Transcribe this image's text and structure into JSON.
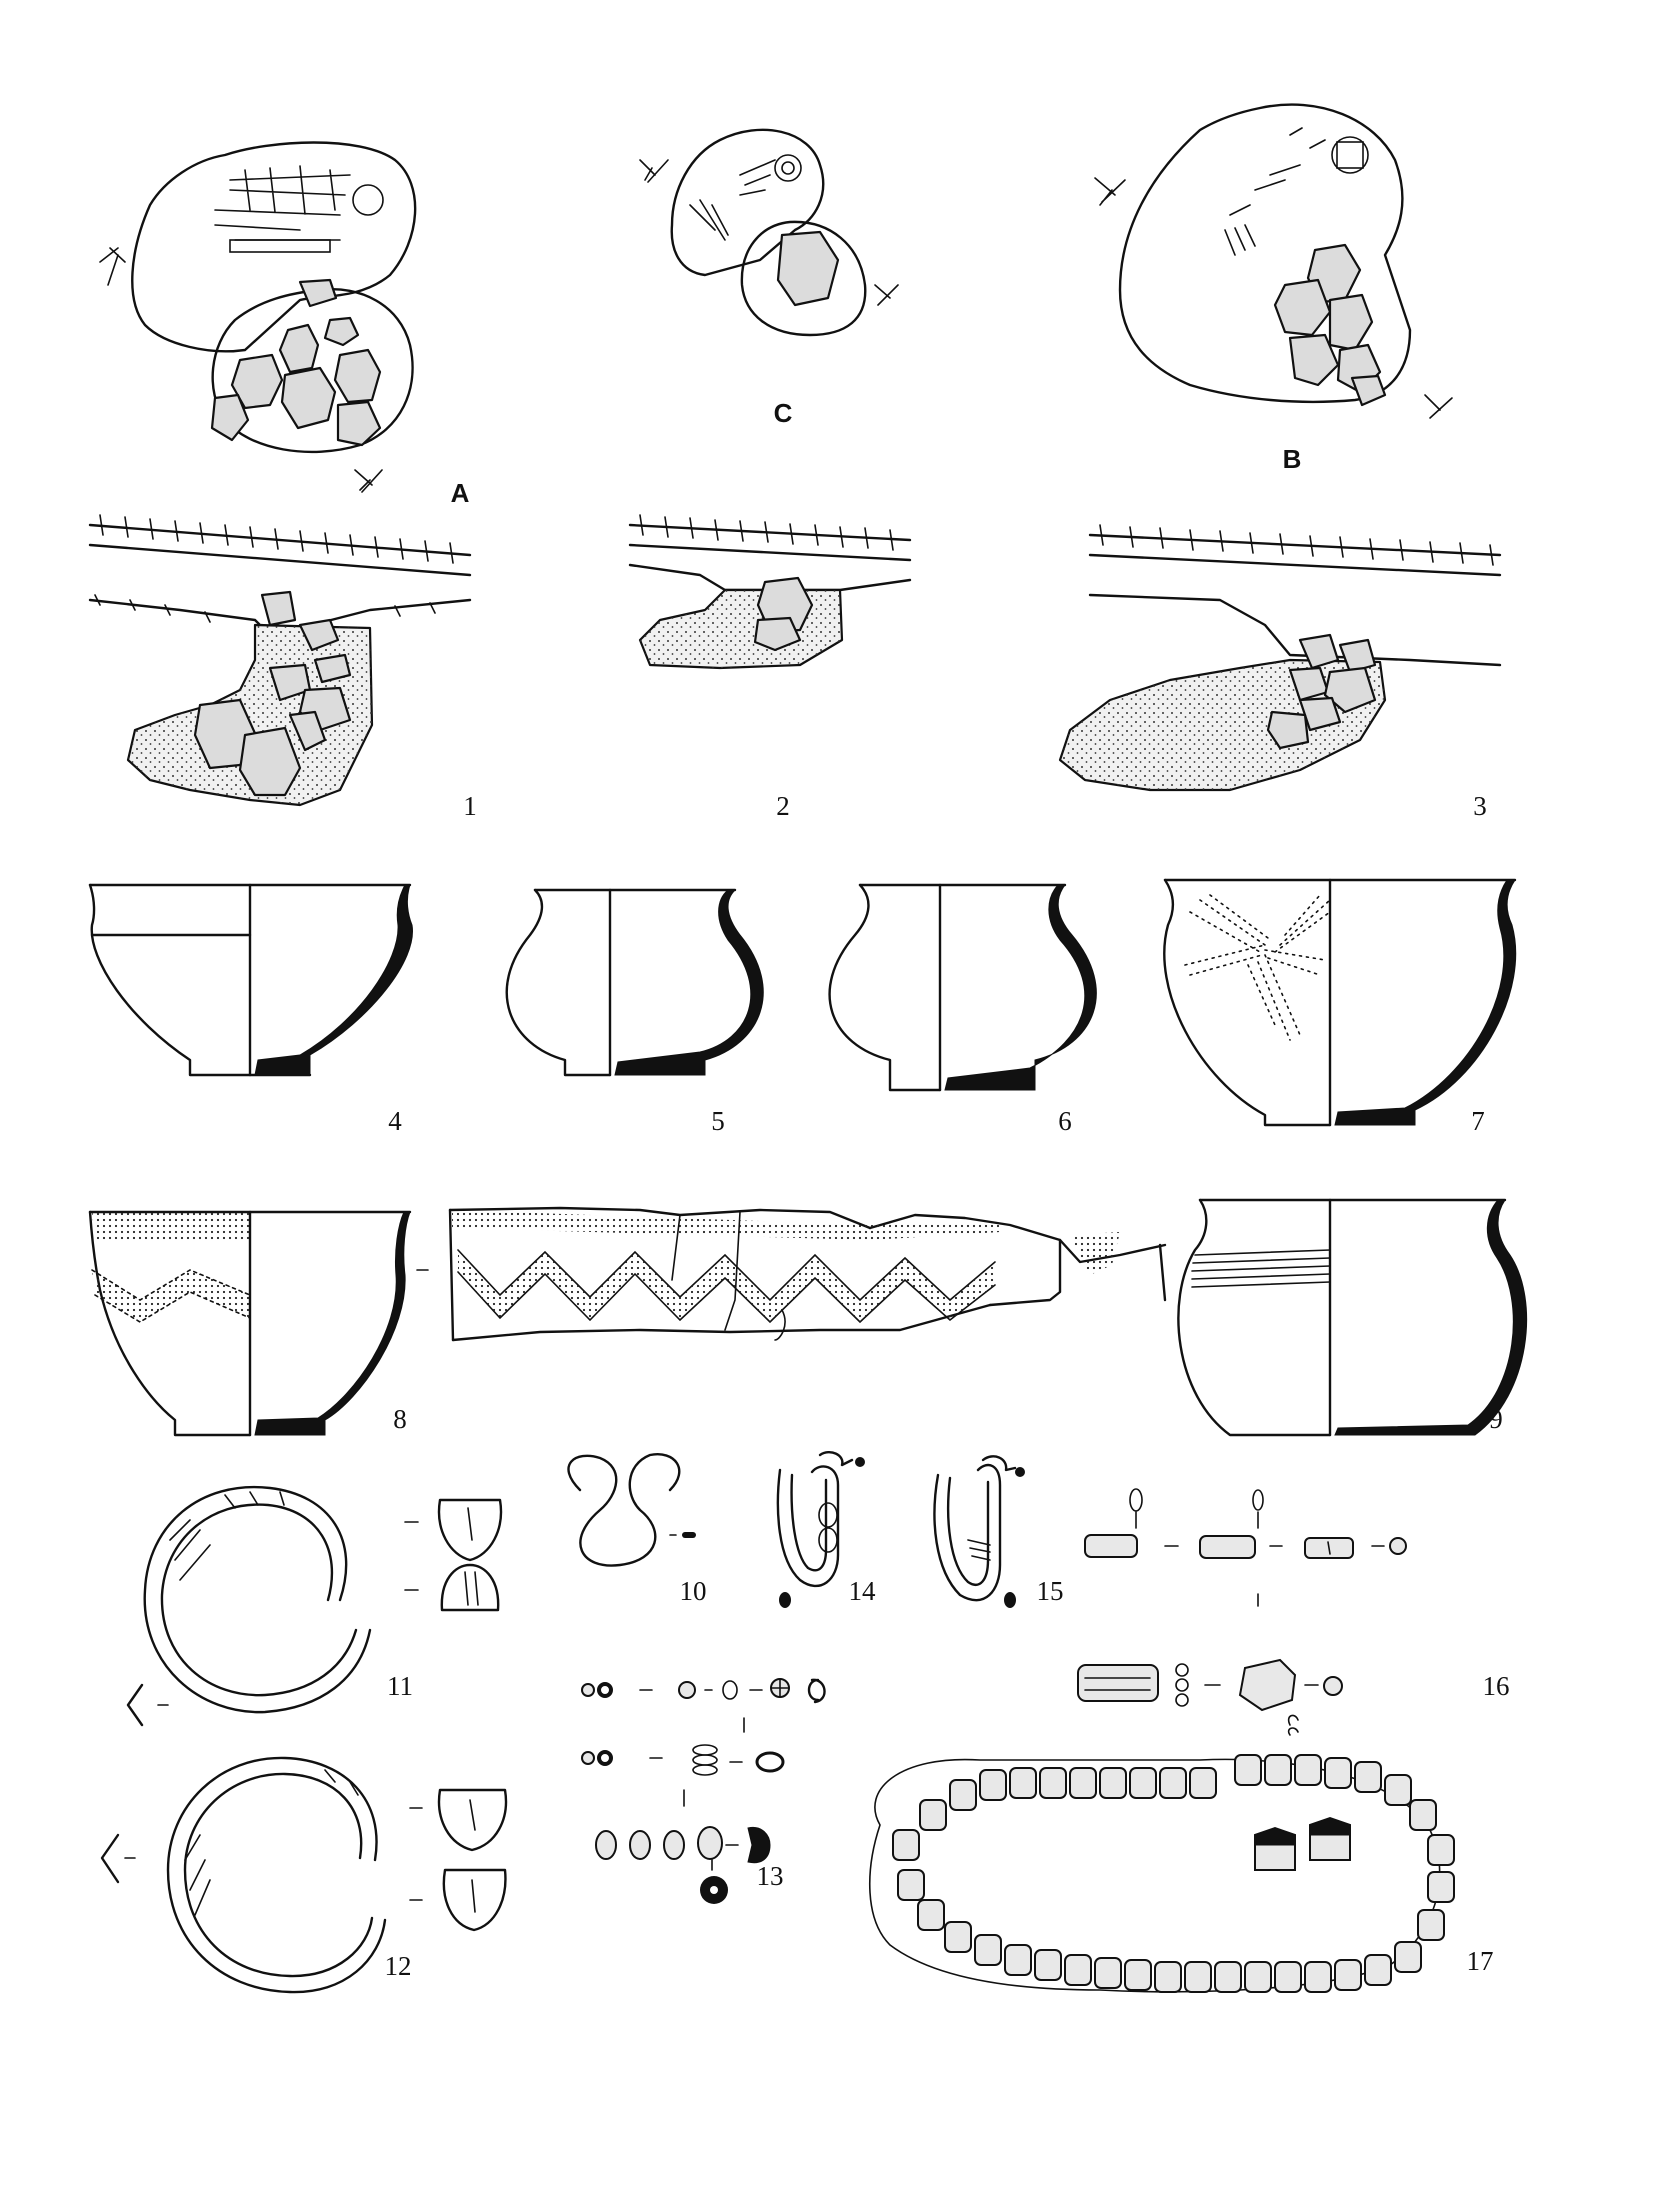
{
  "plan_labels": {
    "A": "A",
    "B": "B",
    "C": "C"
  },
  "figure_numbers": {
    "n1": "1",
    "n2": "2",
    "n3": "3",
    "n4": "4",
    "n5": "5",
    "n6": "6",
    "n7": "7",
    "n8": "8",
    "n9": "9",
    "n10": "10",
    "n11": "11",
    "n12": "12",
    "n13": "13",
    "n14": "14",
    "n15": "15",
    "n16": "16",
    "n17": "17"
  },
  "colors": {
    "ink": "#111111",
    "paper": "#ffffff",
    "shade": "#dcdcdc"
  }
}
